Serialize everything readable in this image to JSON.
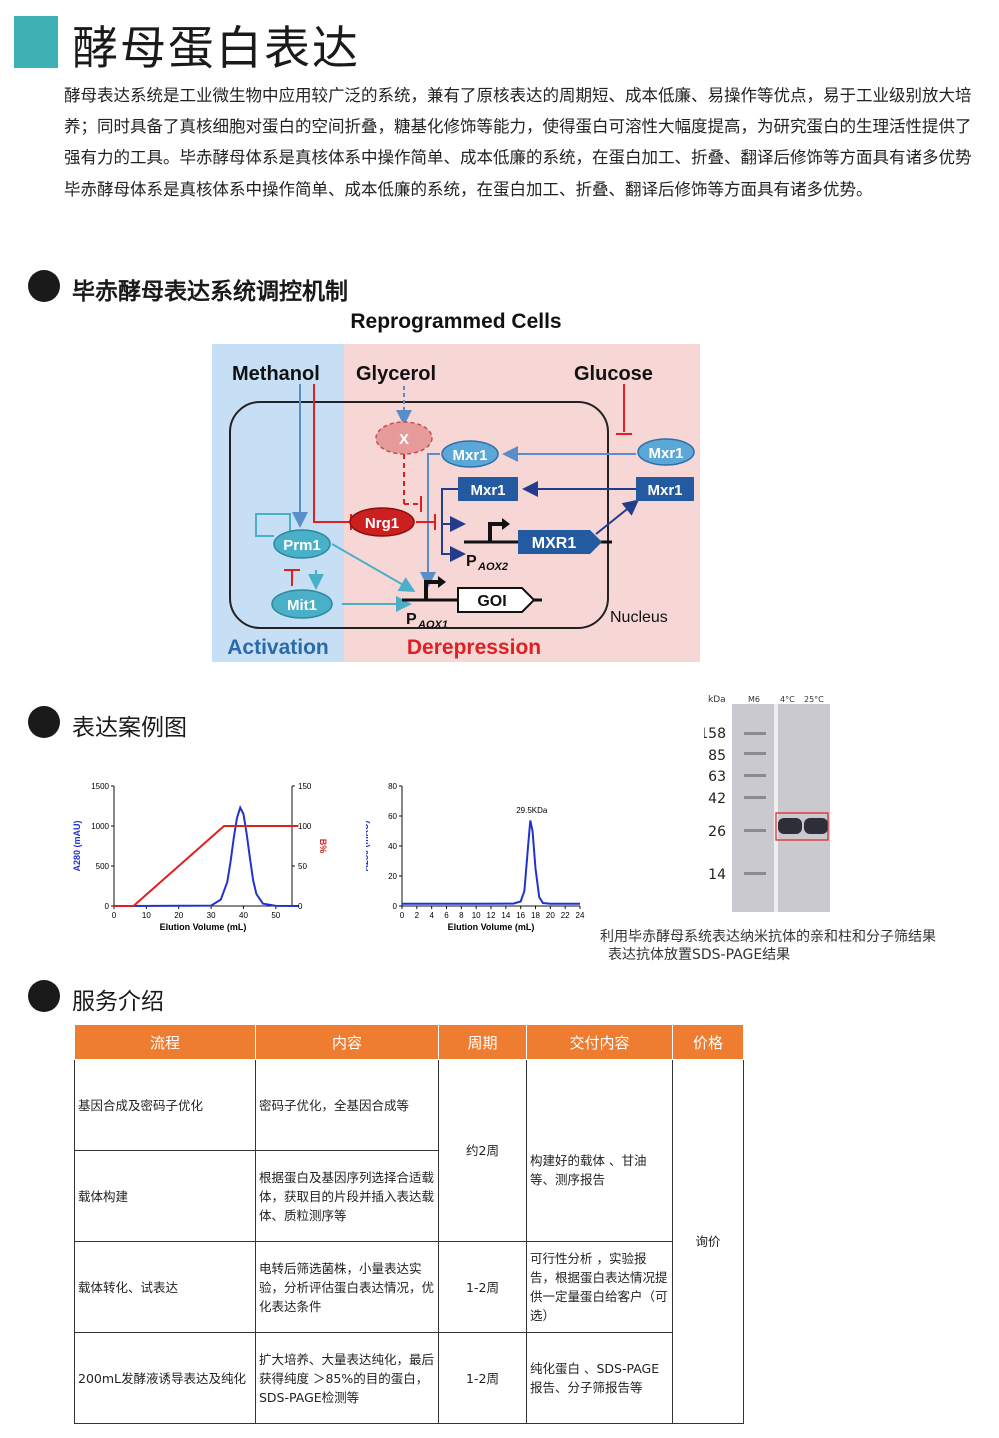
{
  "header": {
    "title": "酵母蛋白表达"
  },
  "intro": {
    "text": "酵母表达系统是工业微生物中应用较广泛的系统，兼有了原核表达的周期短、成本低廉、易操作等优点，易于工业级别放大培养；同时具备了真核细胞对蛋白的空间折叠，糖基化修饰等能力，使得蛋白可溶性大幅度提高，为研究蛋白的生理活性提供了强有力的工具。毕赤酵母体系是真核体系中操作简单、成本低廉的系统，在蛋白加工、折叠、翻译后修饰等方面具有诸多优势毕赤酵母体系是真核体系中操作简单、成本低廉的系统，在蛋白加工、折叠、翻译后修饰等方面具有诸多优势。"
  },
  "sections": {
    "mechanism": "毕赤酵母表达系统调控机制",
    "examples": "表达案例图",
    "services": "服务介绍"
  },
  "diagram": {
    "title": "Reprogrammed Cells",
    "methanol": "Methanol",
    "glycerol": "Glycerol",
    "glucose": "Glucose",
    "x": "X",
    "mxr1_a": "Mxr1",
    "mxr1_b": "Mxr1",
    "mxr1_c": "Mxr1",
    "mxr1_d": "Mxr1",
    "nrg1": "Nrg1",
    "prm1": "Prm1",
    "mit1": "Mit1",
    "mxr1_gene": "MXR1",
    "goi": "GOI",
    "p_aox2": "P",
    "p_aox2_sub": "AOX2",
    "p_aox1": "P",
    "p_aox1_sub": "AOX1",
    "nucleus": "Nucleus",
    "activation": "Activation",
    "derepression": "Derepression"
  },
  "chart_data": [
    {
      "type": "line",
      "title": "",
      "xlabel": "Elution Volume (mL)",
      "ylabel": "A280 (mAU)",
      "y2label": "B%",
      "xlim": [
        0,
        55
      ],
      "ylim": [
        0,
        1500
      ],
      "y2lim": [
        0,
        150
      ],
      "xticks": [
        0,
        10,
        20,
        30,
        40,
        50
      ],
      "yticks": [
        0,
        500,
        1000,
        1500
      ],
      "y2ticks": [
        0,
        50,
        100,
        150
      ],
      "series": [
        {
          "color": "#2233cc",
          "axis": "y",
          "x": [
            0,
            30,
            33,
            35,
            36,
            37,
            38,
            39,
            40,
            41,
            42,
            43,
            44,
            46,
            50,
            57
          ],
          "y": [
            0,
            5,
            80,
            300,
            550,
            850,
            1100,
            1230,
            1150,
            900,
            600,
            320,
            150,
            30,
            2,
            0
          ]
        },
        {
          "color": "#e02020",
          "axis": "y2",
          "x": [
            0,
            6,
            34,
            57
          ],
          "y": [
            0,
            0,
            100,
            100
          ]
        }
      ]
    },
    {
      "type": "line",
      "title": "",
      "xlabel": "Elution Volume (mL)",
      "ylabel": "A280 (mAU)",
      "xlim": [
        0,
        24
      ],
      "ylim": [
        0,
        80
      ],
      "xticks": [
        0,
        2,
        4,
        6,
        8,
        10,
        12,
        14,
        16,
        18,
        20,
        22,
        24
      ],
      "yticks": [
        0,
        20,
        40,
        60,
        80
      ],
      "annotation": {
        "text": "29.5KDa",
        "x": 17.5,
        "y": 58
      },
      "series": [
        {
          "color": "#2233cc",
          "axis": "y",
          "x": [
            0,
            10,
            15,
            16,
            16.5,
            17,
            17.3,
            17.6,
            18,
            18.5,
            19,
            20,
            24
          ],
          "y": [
            1.5,
            1.5,
            1.6,
            3,
            10,
            40,
            57,
            50,
            25,
            6,
            2,
            1.5,
            1.5
          ]
        }
      ]
    }
  ],
  "gel": {
    "unit": "kDa",
    "lanes": [
      "M6",
      "4°C",
      "25°C"
    ],
    "markers": [
      "158",
      "85",
      "63",
      "42",
      "26",
      "14"
    ]
  },
  "caption": {
    "line1": "利用毕赤酵母系统表达纳米抗体的亲和柱和分子筛结果",
    "line2": "表达抗体放置SDS-PAGE结果"
  },
  "table": {
    "headers": [
      "流程",
      "内容",
      "周期",
      "交付内容",
      "价格"
    ],
    "rows": [
      [
        "基因合成及密码子优化",
        "密码子优化，全基因合成等"
      ],
      [
        "载体构建",
        "根据蛋白及基因序列选择合适载体，获取目的片段并插入表达载体、质粒测序等"
      ],
      [
        "载体转化、试表达",
        "电转后筛选菌株，小量表达实验，分析评估蛋白表达情况，优化表达条件",
        "1-2周",
        "可行性分析 ，实验报告，根据蛋白表达情况提供一定量蛋白给客户（可选）"
      ],
      [
        "200mL发酵液诱导表达及纯化",
        "扩大培养、大量表达纯化，最后获得纯度 ＞85%的目的蛋白，SDS-PAGE检测等",
        "1-2周",
        "纯化蛋白 、SDS-PAGE报告、分子筛报告等"
      ]
    ],
    "merged_period": "约2周",
    "merged_delivery": "构建好的载体 、甘油等、测序报告",
    "merged_price": "询价"
  },
  "colors": {
    "accent": "#3fb0b4",
    "table_header": "#ee7d32",
    "activation_bg": "#c7dff5",
    "derepression_bg": "#f7d6d6"
  }
}
